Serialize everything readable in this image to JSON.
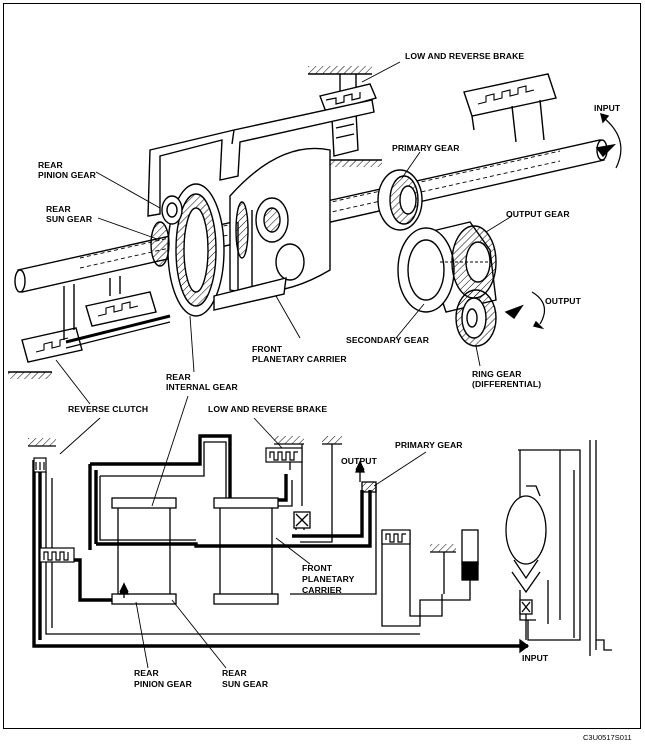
{
  "top_labels": {
    "low_reverse_brake": "LOW AND REVERSE BRAKE",
    "input": "INPUT",
    "primary_gear": "PRIMARY GEAR",
    "rear_pinion_gear_1": "REAR",
    "rear_pinion_gear_2": "PINION GEAR",
    "rear_sun_gear_1": "REAR",
    "rear_sun_gear_2": "SUN GEAR",
    "output_gear": "OUTPUT GEAR",
    "output": "OUTPUT",
    "secondary_gear": "SECONDARY GEAR",
    "front_planetary_carrier_1": "FRONT",
    "front_planetary_carrier_2": "PLANETARY CARRIER",
    "ring_gear_1": "RING GEAR",
    "ring_gear_2": "(DIFFERENTIAL)",
    "rear_internal_gear_1": "REAR",
    "rear_internal_gear_2": "INTERNAL GEAR",
    "reverse_clutch": "REVERSE CLUTCH"
  },
  "bottom_labels": {
    "low_reverse_brake": "LOW AND REVERSE BRAKE",
    "primary_gear": "PRIMARY GEAR",
    "output": "OUTPUT",
    "front_planetary_carrier_1": "FRONT",
    "front_planetary_carrier_2": "PLANETARY",
    "front_planetary_carrier_3": "CARRIER",
    "rear_pinion_gear_1": "REAR",
    "rear_pinion_gear_2": "PINION GEAR",
    "rear_sun_gear_1": "REAR",
    "rear_sun_gear_2": "SUN GEAR",
    "input": "INPUT"
  },
  "figure_code": "C3U0517S011",
  "colors": {
    "line": "#000000",
    "background": "#ffffff"
  }
}
